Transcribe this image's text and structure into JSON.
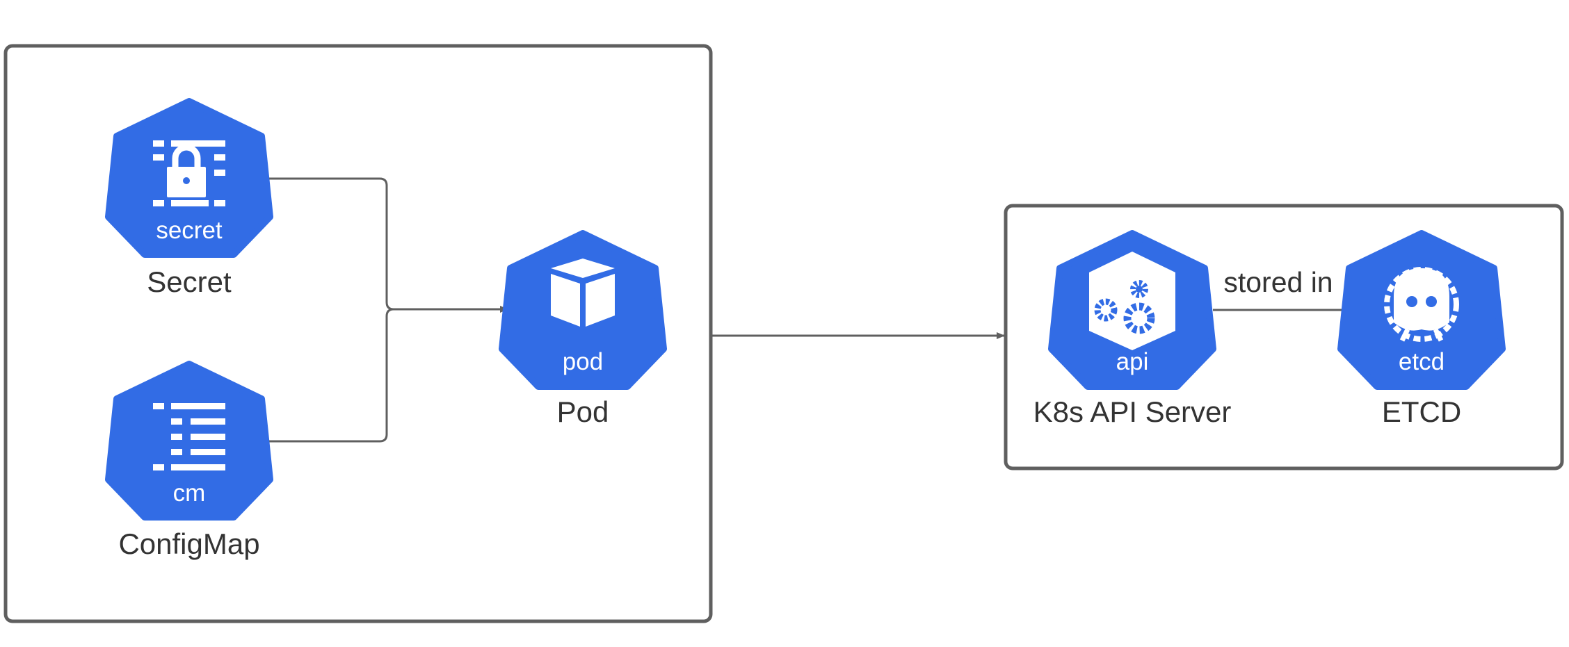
{
  "colors": {
    "k8s_blue": "#326ce5",
    "border": "#5f5f5f",
    "connector": "#5f5f5f",
    "text": "#333333",
    "icon_fill": "#ffffff"
  },
  "nodes": {
    "secret": {
      "badge": "secret",
      "label": "Secret",
      "icon": "lock-list-icon"
    },
    "configmap": {
      "badge": "cm",
      "label": "ConfigMap",
      "icon": "config-list-icon"
    },
    "pod": {
      "badge": "pod",
      "label": "Pod",
      "icon": "cube-icon"
    },
    "api": {
      "badge": "api",
      "label": "K8s API Server",
      "icon": "gears-icon"
    },
    "etcd": {
      "badge": "etcd",
      "label": "ETCD",
      "icon": "etcd-logo-icon"
    }
  },
  "edges": {
    "api_to_etcd": {
      "label": "stored in"
    }
  }
}
